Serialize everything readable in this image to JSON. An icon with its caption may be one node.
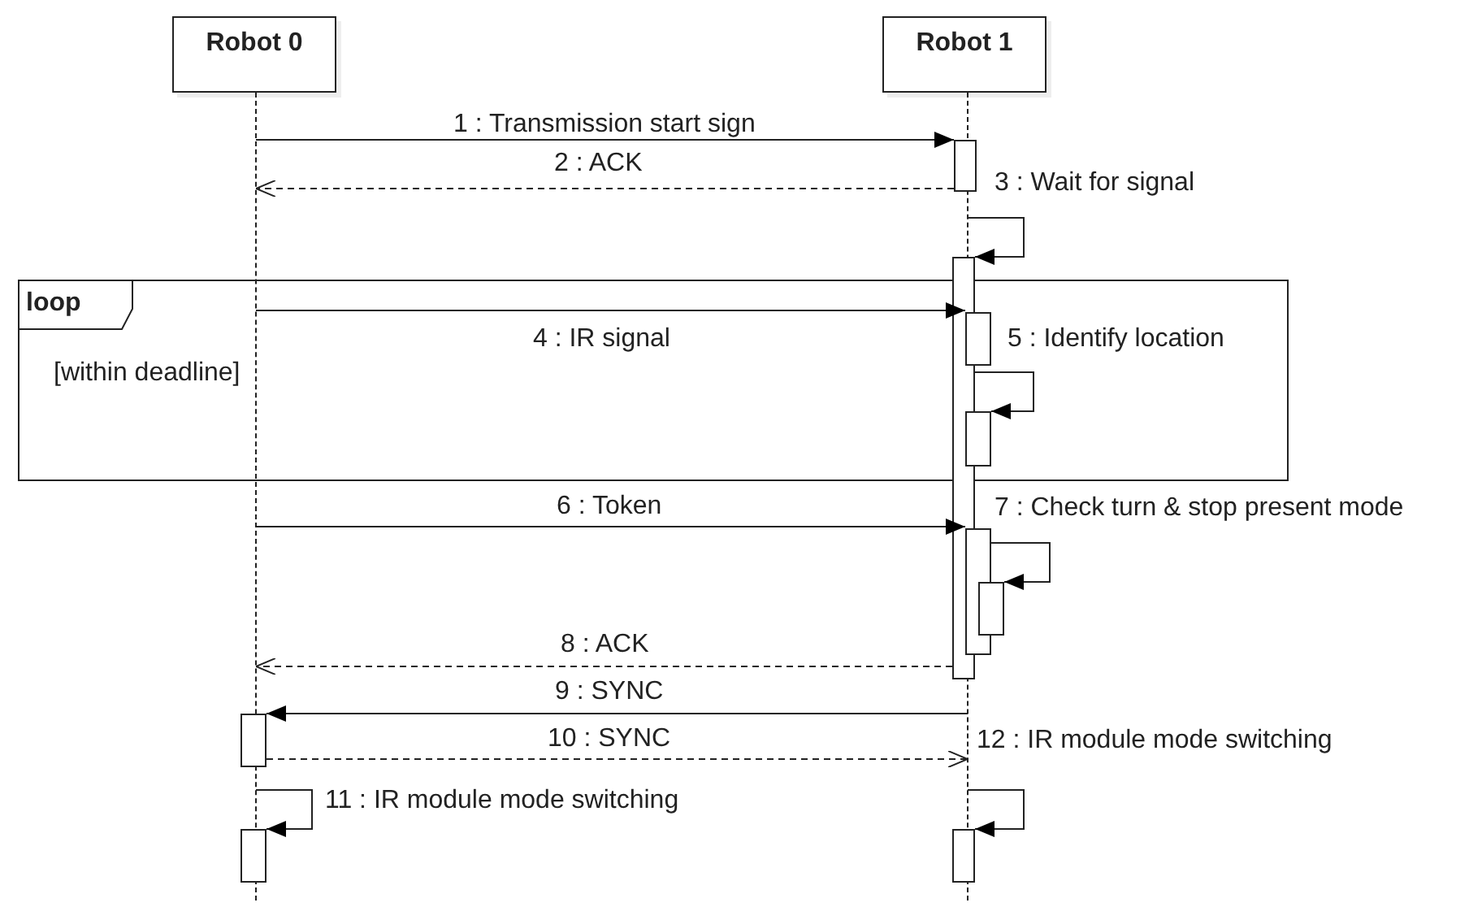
{
  "diagram": {
    "nodes": [
      {
        "text": [
          "Robot 0"
        ]
      },
      {
        "text": [
          "Robot 1"
        ]
      },
      {
        "text": [],
        "shape": "line"
      },
      {
        "text": [],
        "shape": "line"
      },
      {
        "text": [],
        "shape": "bar"
      },
      {
        "text": [],
        "shape": "bar"
      },
      {
        "text": [
          "loop",
          "[within deadline]"
        ]
      },
      {
        "text": [],
        "shape": "bar",
        "in": 6
      },
      {
        "text": [],
        "shape": "bar",
        "in": 6
      },
      {
        "text": [],
        "shape": "bar"
      },
      {
        "text": [],
        "shape": "bar"
      },
      {
        "text": [],
        "shape": "bar"
      },
      {
        "text": [],
        "shape": "bar"
      },
      {
        "text": [],
        "shape": "bar"
      }
    ],
    "edges": [
      {
        "from": 2,
        "to": 4,
        "arrow": "to",
        "label": "1 : Transmission start sign"
      },
      {
        "from": 4,
        "to": 2,
        "arrow": "to",
        "label": "2 : ACK",
        "style": "dashed"
      },
      {
        "from": 3,
        "to": 5,
        "arrow": "to",
        "label": "3 : Wait for signal"
      },
      {
        "from": 2,
        "to": 7,
        "arrow": "to",
        "label": "4 : IR signal"
      },
      {
        "from": 5,
        "to": 8,
        "arrow": "to",
        "label": "5 : Identify location"
      },
      {
        "from": 2,
        "to": 9,
        "arrow": "to",
        "label": "6 : Token"
      },
      {
        "from": 9,
        "to": 10,
        "arrow": "to",
        "label": "7 : Check turn & stop present mode"
      },
      {
        "from": 5,
        "to": 2,
        "arrow": "to",
        "label": "8 : ACK",
        "style": "dashed"
      },
      {
        "from": 3,
        "to": 11,
        "arrow": "to",
        "label": "9 : SYNC"
      },
      {
        "from": 11,
        "to": 3,
        "arrow": "to",
        "label": "10 : SYNC",
        "style": "dashed"
      },
      {
        "from": 2,
        "to": 12,
        "arrow": "to",
        "label": "11 : IR module mode switching"
      },
      {
        "from": 3,
        "to": 13,
        "arrow": "to",
        "label": "12 : IR module mode switching"
      }
    ]
  }
}
